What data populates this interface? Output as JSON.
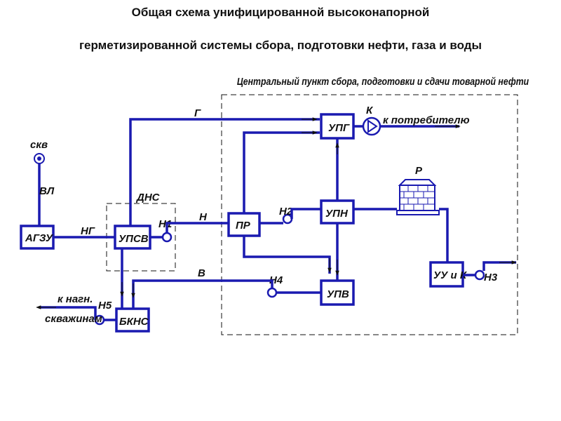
{
  "title": {
    "line1": "Общая схема унифицированной  высоконапорной",
    "line2": "герметизированной  системы  сбора, подготовки  нефти, газа и воды"
  },
  "cpp_label": "Центральный пункт сбора, подготовки и сдачи товарной нефти",
  "units": {
    "agzu": "АГЗУ",
    "upsv": "УПСВ",
    "dns": "ДНС",
    "bkns": "БКНС",
    "pr": "ПР",
    "ugt": "УПГ",
    "upn": "УПН",
    "upv": "УПВ",
    "uuk": "УУ и К",
    "reservoir": "Р"
  },
  "streams": {
    "skv": "скв",
    "vl": "ВЛ",
    "ng": "НГ",
    "g": "Г",
    "n": "Н",
    "v": "В",
    "k": "К",
    "to_consumer": "к потребителю",
    "to_injection_1": "к нагн.",
    "to_injection_2": "скважинам"
  },
  "pumps": {
    "n1": "Н1",
    "n2": "Н2",
    "n3": "Н3",
    "n4": "Н4",
    "n5": "Н5"
  },
  "colors": {
    "pipe": "#1a1ab0",
    "text": "#111111",
    "reservoir_fill": "#ffffff"
  }
}
